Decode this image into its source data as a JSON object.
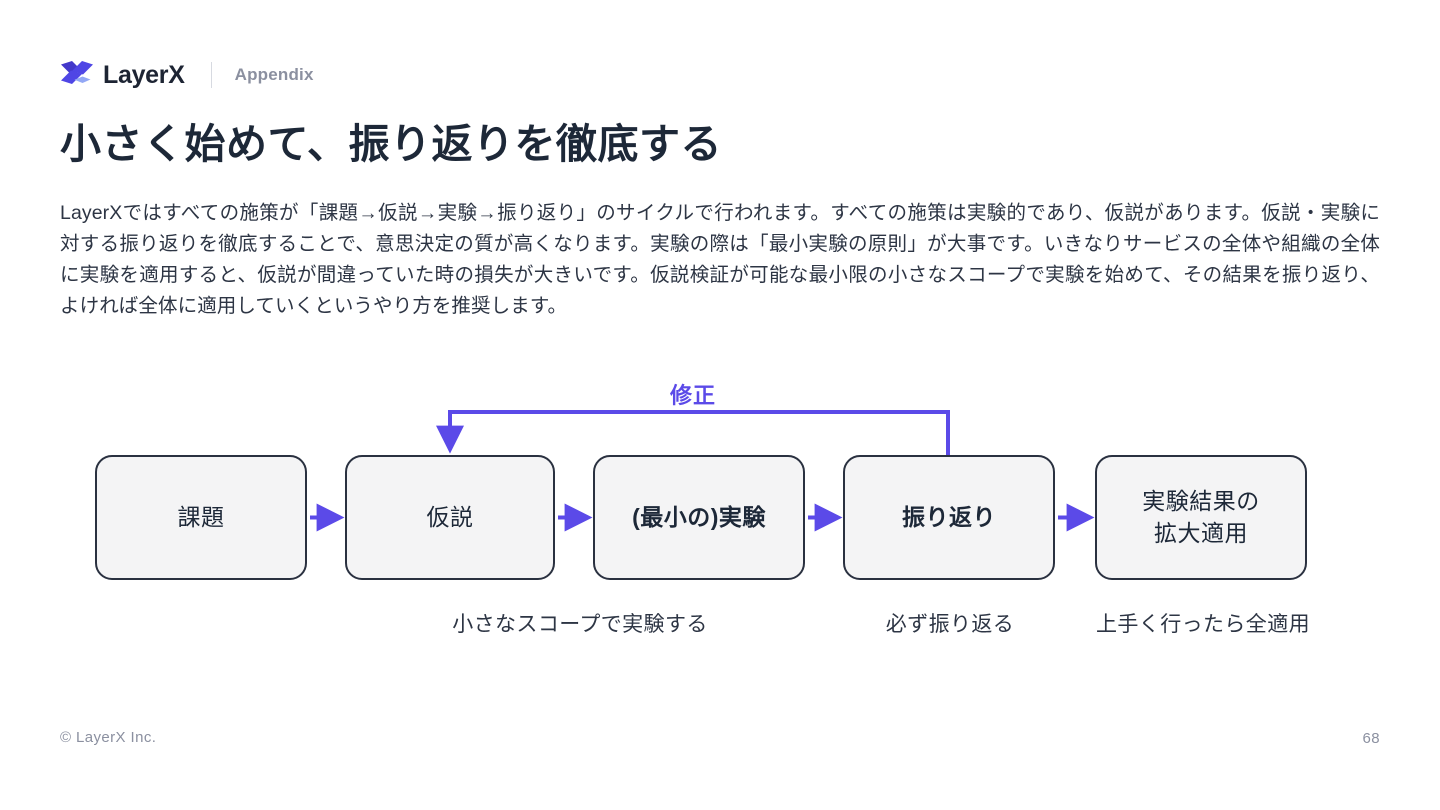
{
  "header": {
    "logo_icon": "layerx-x-logo-icon",
    "brand": "LayerX",
    "section": "Appendix",
    "brand_color": "#1d2433",
    "logo_colors": [
      "#4338ca",
      "#4f46e5",
      "#6366f1",
      "#a5b4fc"
    ]
  },
  "title": "小さく始めて、振り返りを徹底する",
  "body": "LayerXではすべての施策が「課題→仮説→実験→振り返り」のサイクルで行われます。すべての施策は実験的であり、仮説があります。仮説・実験に対する振り返りを徹底することで、意思決定の質が高くなります。実験の際は「最小実験の原則」が大事です。いきなりサービスの全体や組織の全体に実験を適用すると、仮説が間違っていた時の損失が大きいです。仮説検証が可能な最小限の小さなスコープで実験を始めて、その結果を振り返り、よければ全体に適用していくというやり方を推奨します。",
  "diagram": {
    "accent_color": "#5b4ae8",
    "node_fill": "#f4f4f5",
    "node_border": "#2a3140",
    "loop_label": "修正",
    "nodes": [
      {
        "id": "n1",
        "label": "課題",
        "bold": false
      },
      {
        "id": "n2",
        "label": "仮説",
        "bold": false
      },
      {
        "id": "n3",
        "label": "(最小の)実験",
        "bold": true
      },
      {
        "id": "n4",
        "label": "振り返り",
        "bold": true
      },
      {
        "id": "n5",
        "line1": "実験結果の",
        "line2": "拡大適用",
        "bold": false
      }
    ],
    "captions": [
      {
        "id": "c1",
        "text": "小さなスコープで実験する"
      },
      {
        "id": "c2",
        "text": "必ず振り返る"
      },
      {
        "id": "c3",
        "text": "上手く行ったら全適用"
      }
    ]
  },
  "footer": {
    "copyright": "© LayerX Inc.",
    "page_number": "68"
  }
}
